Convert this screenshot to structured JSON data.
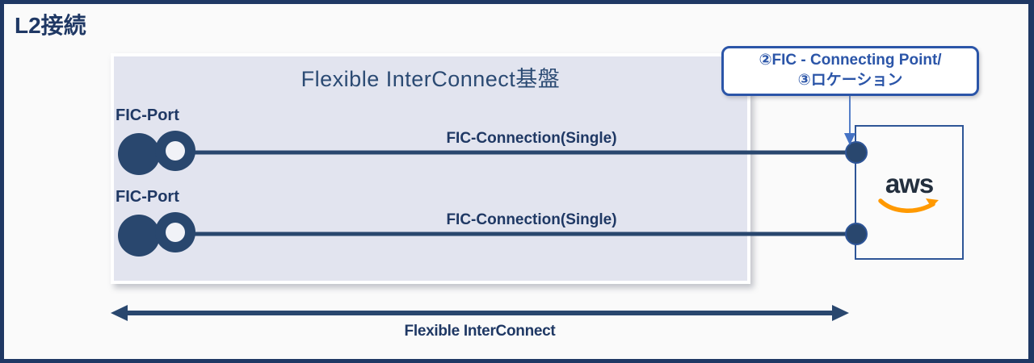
{
  "title": "L2接続",
  "platform": {
    "title": "Flexible InterConnect基盤"
  },
  "ports": [
    {
      "label": "FIC-Port"
    },
    {
      "label": "FIC-Port"
    }
  ],
  "connections": [
    {
      "label": "FIC-Connection(Single)"
    },
    {
      "label": "FIC-Connection(Single)"
    }
  ],
  "callout": {
    "line1": "②FIC - Connecting Point/",
    "line2": "③ロケーション"
  },
  "aws_box": {
    "logo_text": "aws"
  },
  "footer": {
    "label": "Flexible InterConnect"
  },
  "colors": {
    "navy": "#1f3864",
    "diagram_navy": "#29476e",
    "callout_blue": "#2b55a8",
    "arrow_blue": "#4472c4",
    "aws_orange": "#ff9900",
    "aws_dark": "#232f3e",
    "platform_fill": "#e2e4ef"
  }
}
